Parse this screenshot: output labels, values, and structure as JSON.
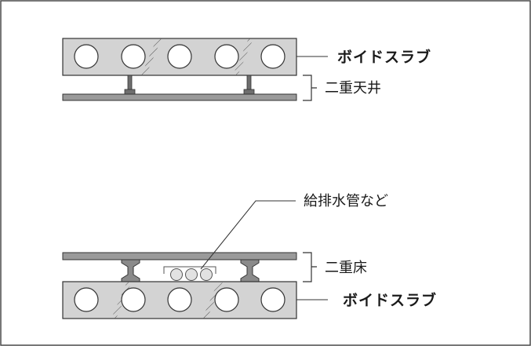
{
  "labels": {
    "top_slab": "ボイドスラブ",
    "top_ceiling": "二重天井",
    "bottom_pipes": "給排水管など",
    "bottom_floor": "二重床",
    "bottom_slab": "ボイドスラブ"
  },
  "colors": {
    "slab_fill": "#d3d3d3",
    "line": "#333333",
    "board_fill": "#9a9a9a",
    "void_fill": "#ffffff",
    "frame": "#4a4a4a"
  }
}
